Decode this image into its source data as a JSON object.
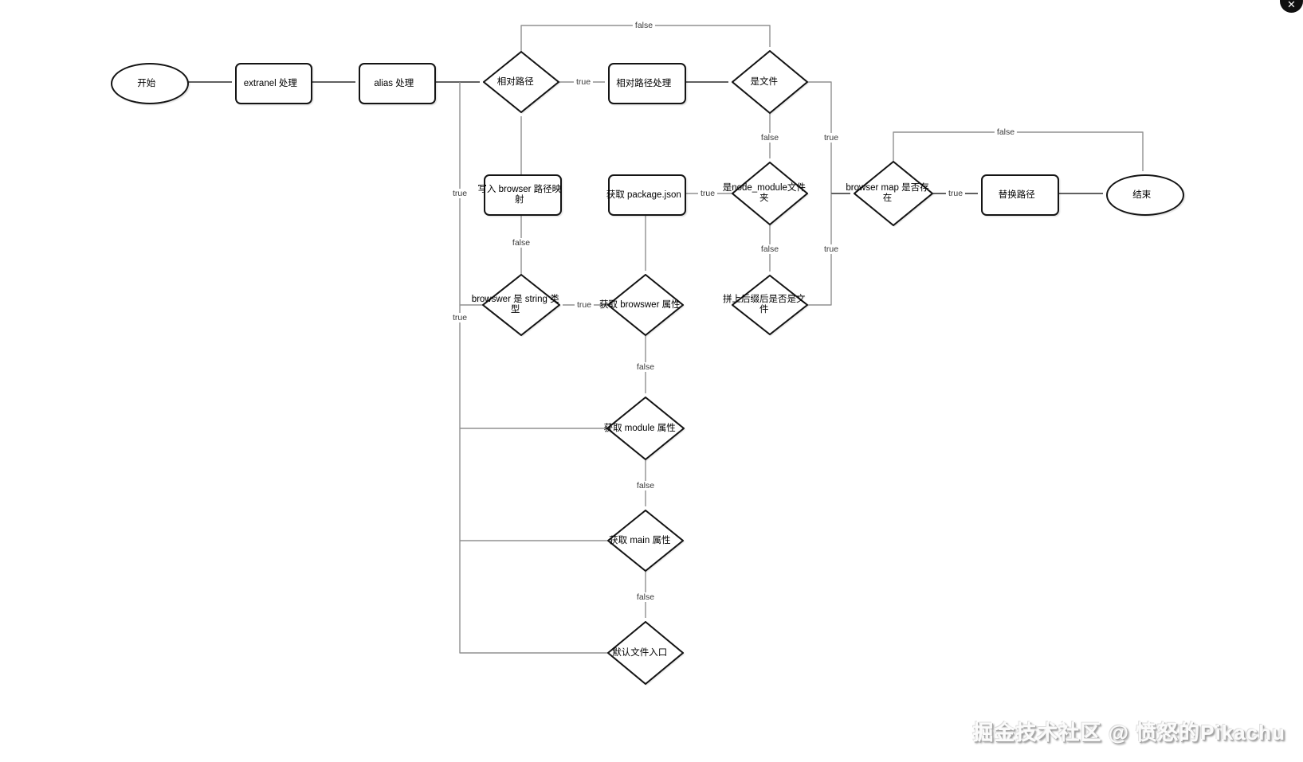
{
  "watermark": {
    "text": "掘金技术社区 @ 愤怒的Pikachu"
  },
  "corner_icon": {
    "glyph": "✕"
  },
  "nodes": {
    "start": {
      "label": "开始"
    },
    "extranel": {
      "label": "extranel 处理"
    },
    "alias": {
      "label": "alias 处理"
    },
    "relative_path": {
      "label": "相对路径"
    },
    "relative_path_handle": {
      "label": "相对路径处理"
    },
    "is_file": {
      "label": "是文件"
    },
    "write_browser_map": {
      "label": "写入 browser 路径映\n射"
    },
    "get_package_json": {
      "label": "获取 package.json"
    },
    "is_node_module": {
      "label": "是node_module文件\n夹"
    },
    "browser_map_exists": {
      "label": "browser map 是否存\n在"
    },
    "replace_path": {
      "label": "替换路径"
    },
    "end": {
      "label": "结束"
    },
    "browswer_is_string": {
      "label": "browswer 是 string 类\n型"
    },
    "get_browswer": {
      "label": "获取 browswer 属性"
    },
    "suffix_is_file": {
      "label": "拼上后缀后是否是文\n件"
    },
    "get_module": {
      "label": "获取 module 属性"
    },
    "get_main": {
      "label": "获取 main 属性"
    },
    "default_entry": {
      "label": "默认文件入口"
    }
  },
  "edge_labels": {
    "relative_true": "true",
    "relative_false": "false",
    "is_file_false": "false",
    "is_file_true": "true",
    "node_module_true": "true",
    "node_module_false": "false",
    "suffix_true": "true",
    "browser_map_true": "true",
    "browser_map_false": "false",
    "get_browswer_true": "true",
    "is_string_false": "false",
    "get_browswer_false": "false",
    "get_module_false": "false",
    "get_main_false": "false",
    "trunk_true_upper": "true",
    "trunk_true_lower": "true"
  }
}
